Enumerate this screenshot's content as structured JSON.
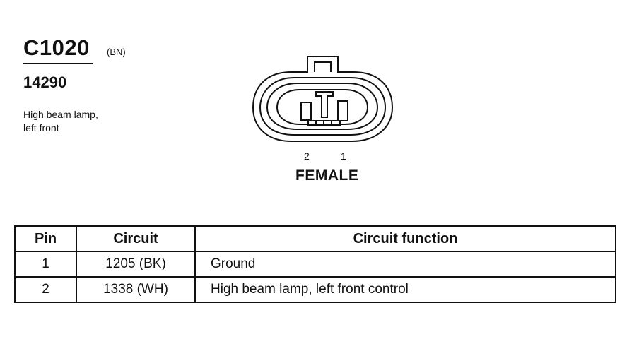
{
  "connector": {
    "id": "C1020",
    "color_code": "(BN)",
    "part_number": "14290",
    "description_lines": [
      "High beam lamp,",
      "left front"
    ],
    "pin_numbers": [
      "2",
      "1"
    ],
    "gender": "FEMALE"
  },
  "table": {
    "headers": [
      "Pin",
      "Circuit",
      "Circuit function"
    ],
    "rows": [
      {
        "pin": "1",
        "circuit": "1205 (BK)",
        "function": "Ground"
      },
      {
        "pin": "2",
        "circuit": "1338 (WH)",
        "function": "High beam lamp, left front control"
      }
    ]
  }
}
